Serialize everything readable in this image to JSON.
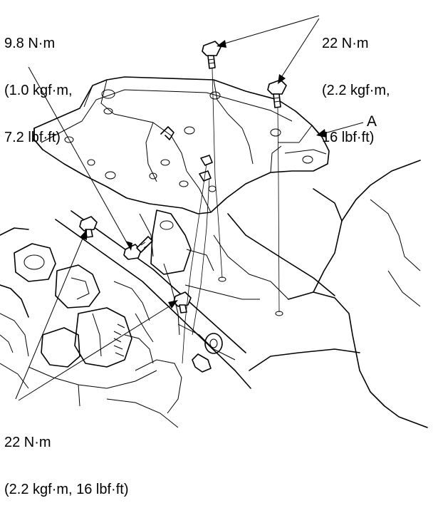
{
  "torque_labels": {
    "top_left": {
      "line1": "9.8 N·m",
      "line2": "(1.0 kgf·m,",
      "line3": "7.2 lbf·ft)"
    },
    "top_right": {
      "line1": "22 N·m",
      "line2": "(2.2 kgf·m,",
      "line3": "16 lbf·ft)"
    },
    "bottom_left": {
      "line1": "22 N·m",
      "line2": "(2.2 kgf·m, 16 lbf·ft)"
    }
  },
  "part_label": "A"
}
